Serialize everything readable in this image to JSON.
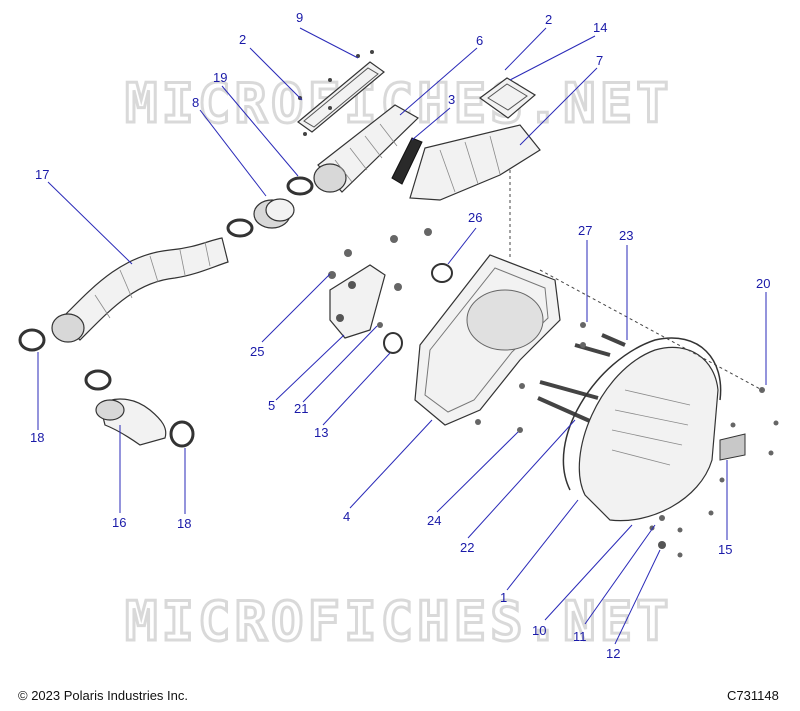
{
  "watermark": {
    "text": "MICROFICHES.NET"
  },
  "footer": {
    "copyright": "© 2023 Polaris Industries Inc.",
    "diagram_code": "C731148"
  },
  "callouts": {
    "c1": "1",
    "c2a": "2",
    "c2b": "2",
    "c4": "4",
    "c5": "5",
    "c6": "6",
    "c7": "7",
    "c8": "8",
    "c9": "9",
    "c10": "10",
    "c11": "11",
    "c12": "12",
    "c13": "13",
    "c14": "14",
    "c15": "15",
    "c16": "16",
    "c17": "17",
    "c18a": "18",
    "c18b": "18",
    "c19": "19",
    "c20": "20",
    "c21": "21",
    "c22": "22",
    "c23": "23",
    "c24": "24",
    "c25": "25",
    "c26": "26",
    "c27": "27",
    "c3": "3"
  }
}
